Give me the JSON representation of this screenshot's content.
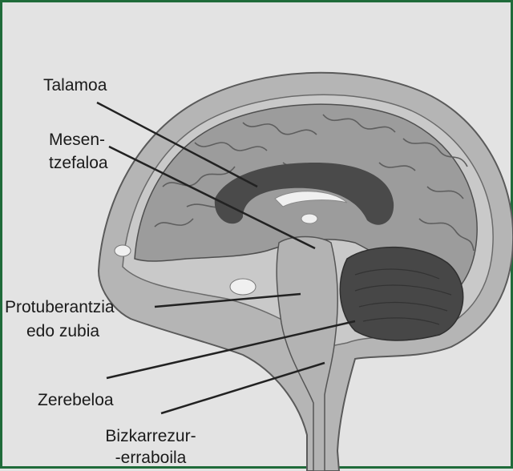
{
  "labels": {
    "talamoa": "Talamoa",
    "mesentzefaloa_1": "Mesen-",
    "mesentzefaloa_2": "tzefaloa",
    "protuberantzia_1": "Protuberantzia",
    "protuberantzia_2": "edo zubia",
    "zerebeloa": "Zerebeloa",
    "bizkarrezur_1": "Bizkarrezur-",
    "bizkarrezur_2": "-erraboila"
  },
  "colors": {
    "border": "#1f6b3a",
    "background": "#e3e3e3",
    "skull": "#a9a9a9",
    "brain": "#9a9a9a",
    "dark_structure": "#4a4a4a",
    "leader_line": "#222222"
  }
}
